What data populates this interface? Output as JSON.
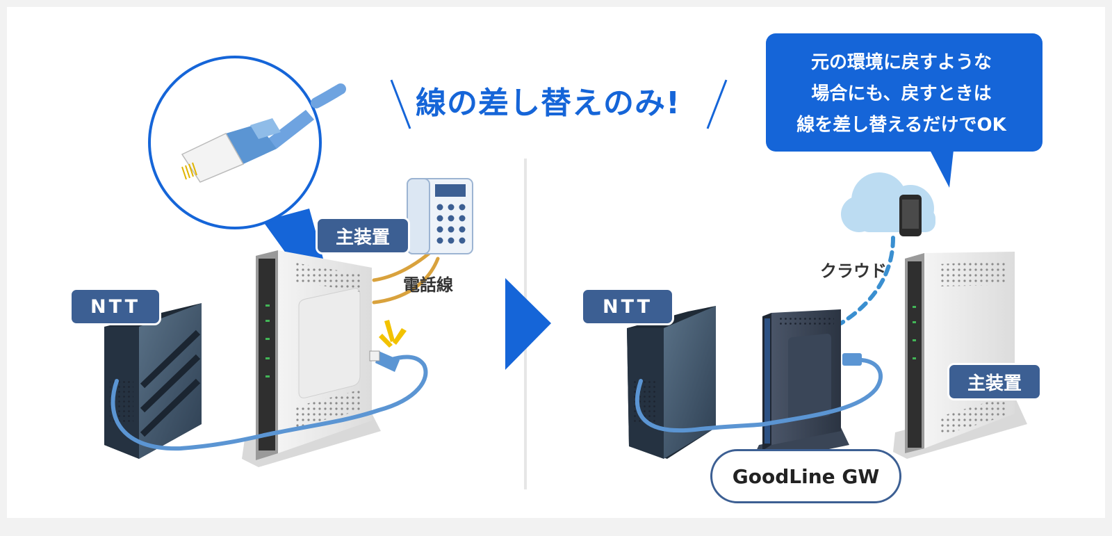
{
  "headline": "線の差し替えのみ!",
  "before": {
    "ntt_label": "NTT",
    "main_unit_label": "主装置",
    "phone_line_label": "電話線"
  },
  "after": {
    "ntt_label": "NTT",
    "main_unit_label": "主装置",
    "cloud_label": "クラウド",
    "gateway_label": "GoodLine GW"
  },
  "speech_bubble": {
    "lines": [
      "元の環境に戻すような",
      "場合にも、戻すときは",
      "線を差し替えるだけでOK"
    ]
  },
  "colors": {
    "accent_blue": "#1565d8",
    "label_navy": "#3c5f93",
    "cable_blue": "#5b95d3",
    "phone_cable": "#d9a23d",
    "cloud": "#bcdcf2",
    "alert_yellow": "#f2c200"
  }
}
